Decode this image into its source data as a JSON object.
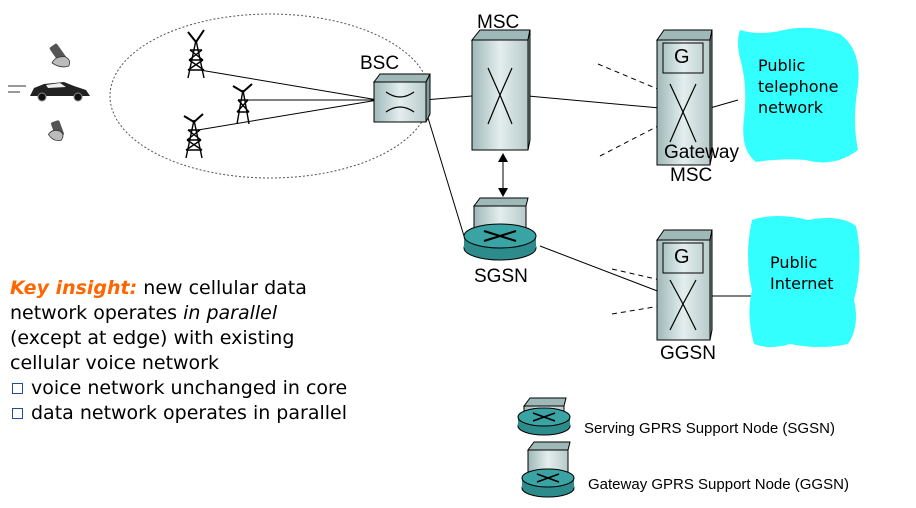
{
  "nodes": {
    "bsc": "BSC",
    "msc": "MSC",
    "gateway_msc_letter": "G",
    "gateway_msc_line1": "Gateway",
    "gateway_msc_line2": "MSC",
    "sgsn": "SGSN",
    "ggsn_letter": "G",
    "ggsn": "GGSN"
  },
  "clouds": {
    "telephone": [
      "Public",
      "telephone",
      "network"
    ],
    "internet": [
      "Public",
      "Internet"
    ]
  },
  "insight": {
    "key": "Key insight:",
    "text1": " new cellular data",
    "text2a": "network operates ",
    "text2b": "in parallel",
    "text3": "(except at edge) with existing",
    "text4": "cellular voice network",
    "bullets": [
      "voice network unchanged in core",
      "data network operates in parallel"
    ]
  },
  "legend": {
    "sgsn": "Serving GPRS Support Node (SGSN)",
    "ggsn": "Gateway GPRS Support Node (GGSN)"
  },
  "colors": {
    "cloud": "#33ffff",
    "router": "#2e8b8b",
    "building": "#ccdddd",
    "bullet": "#1f4e9a",
    "key": "#ff6600"
  }
}
